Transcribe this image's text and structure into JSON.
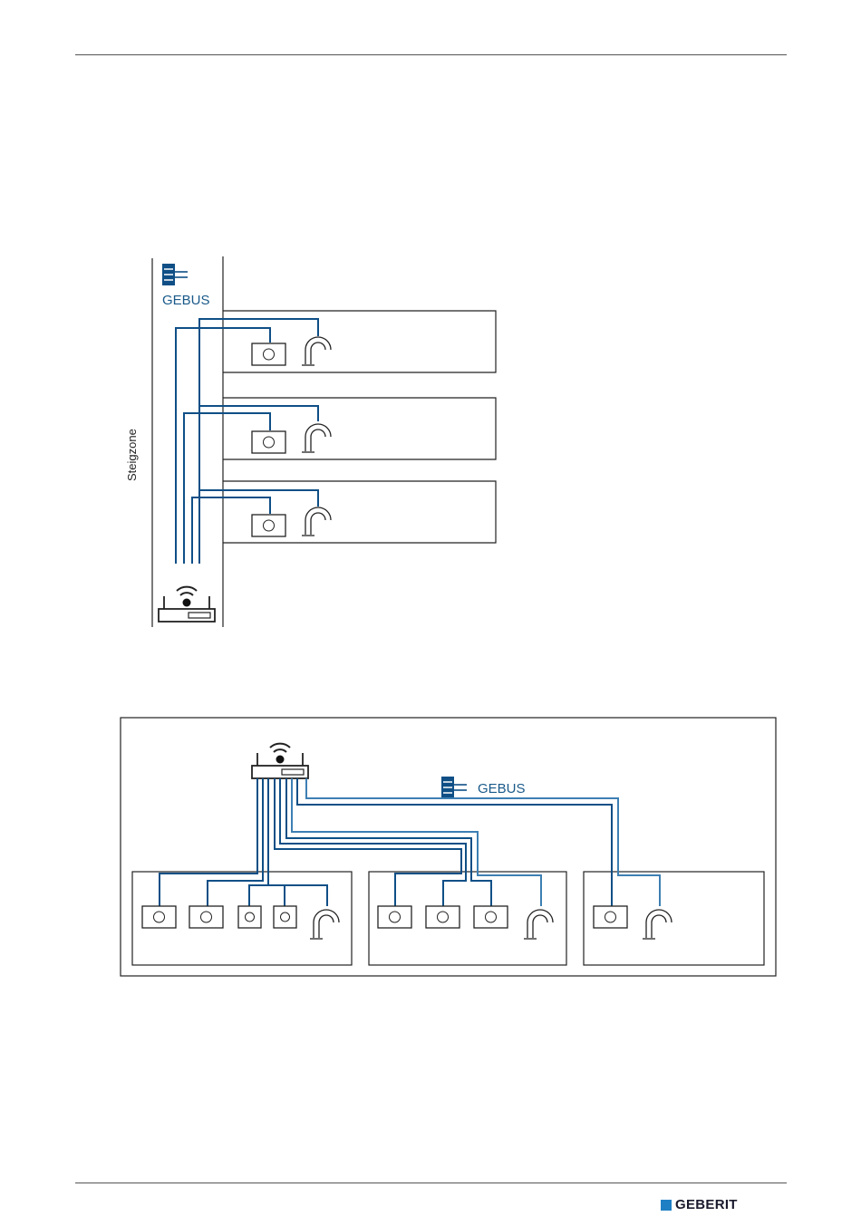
{
  "diagram_top": {
    "gebus_label": "GEBUS",
    "riser_label": "Steigzone"
  },
  "diagram_bottom": {
    "gebus_label": "GEBUS"
  },
  "footer": {
    "brand": "GEBERIT"
  },
  "colors": {
    "wire": "#0f4f86",
    "wire_light": "#3d7fb3",
    "outline": "#222222",
    "brand": "#1f7fc4"
  },
  "icons": [
    "gebus-connector-icon",
    "wireless-gateway-icon",
    "push-button-icon",
    "faucet-icon",
    "geberit-logo-icon"
  ]
}
